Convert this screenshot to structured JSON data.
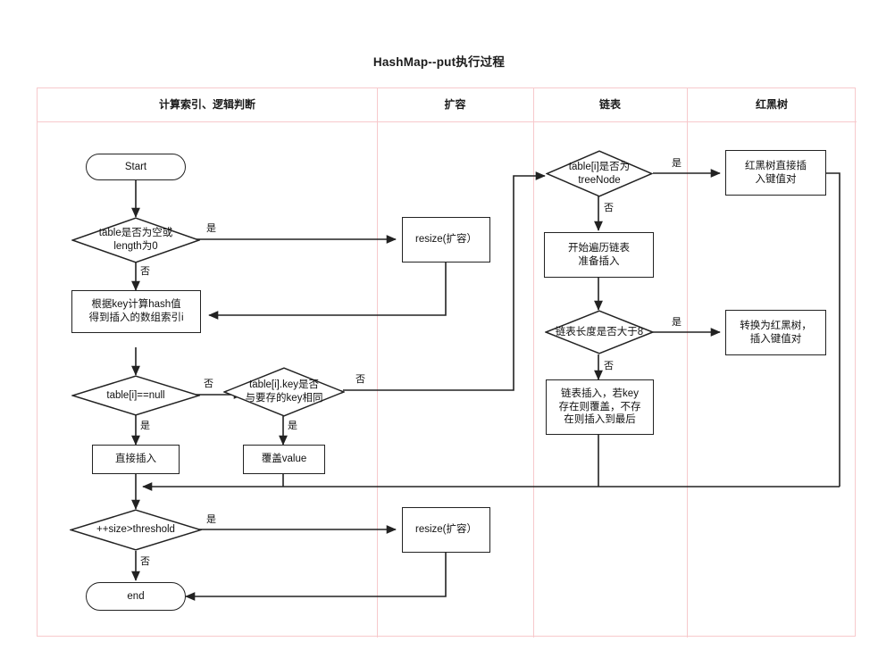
{
  "title": "HashMap--put执行过程",
  "colors": {
    "lane_border": "#f7c9cc",
    "node_border": "#222222",
    "edge": "#222222",
    "text": "#111111",
    "background": "#ffffff"
  },
  "lanes": [
    {
      "name": "logic",
      "label": "计算索引、逻辑判断"
    },
    {
      "name": "resize",
      "label": "扩容"
    },
    {
      "name": "linkedlist",
      "label": "链表"
    },
    {
      "name": "redblacktree",
      "label": "红黑树"
    }
  ],
  "nodes": {
    "start": {
      "label": "Start",
      "shape": "rounded"
    },
    "table_empty": {
      "label": "table是否为空或\nlength为0",
      "shape": "diamond"
    },
    "resize_top": {
      "label": "resize(扩容）",
      "shape": "rect"
    },
    "hash_index": {
      "label": "根据key计算hash值\n得到插入的数组索引i",
      "shape": "rect"
    },
    "table_null": {
      "label": "table[i]==null",
      "shape": "diamond"
    },
    "key_same": {
      "label": "table[i].key是否\n与要存的key相同",
      "shape": "diamond"
    },
    "direct_insert": {
      "label": "直接插入",
      "shape": "rect"
    },
    "overwrite_value": {
      "label": "覆盖value",
      "shape": "rect"
    },
    "size_threshold": {
      "label": "++size>threshold",
      "shape": "diamond"
    },
    "resize_bottom": {
      "label": "resize(扩容）",
      "shape": "rect"
    },
    "end": {
      "label": "end",
      "shape": "rounded"
    },
    "is_treenode": {
      "label": "table[i]是否为\ntreeNode",
      "shape": "diamond"
    },
    "traverse_list": {
      "label": "开始遍历链表\n准备插入",
      "shape": "rect"
    },
    "len_gt_8": {
      "label": "链表长度是否大于8",
      "shape": "diamond"
    },
    "list_insert": {
      "label": "链表插入，若key\n存在则覆盖，不存\n在则插入到最后",
      "shape": "rect"
    },
    "tree_insert": {
      "label": "红黑树直接插\n入键值对",
      "shape": "rect"
    },
    "convert_tree": {
      "label": "转换为红黑树，\n插入键值对",
      "shape": "rect"
    }
  },
  "edge_labels": {
    "table_empty_yes": "是",
    "table_empty_no": "否",
    "table_null_no": "否",
    "table_null_yes": "是",
    "key_same_no": "否",
    "key_same_yes": "是",
    "size_threshold_yes": "是",
    "size_threshold_no": "否",
    "is_treenode_yes": "是",
    "is_treenode_no": "否",
    "len_gt_8_yes": "是",
    "len_gt_8_no": "否"
  }
}
